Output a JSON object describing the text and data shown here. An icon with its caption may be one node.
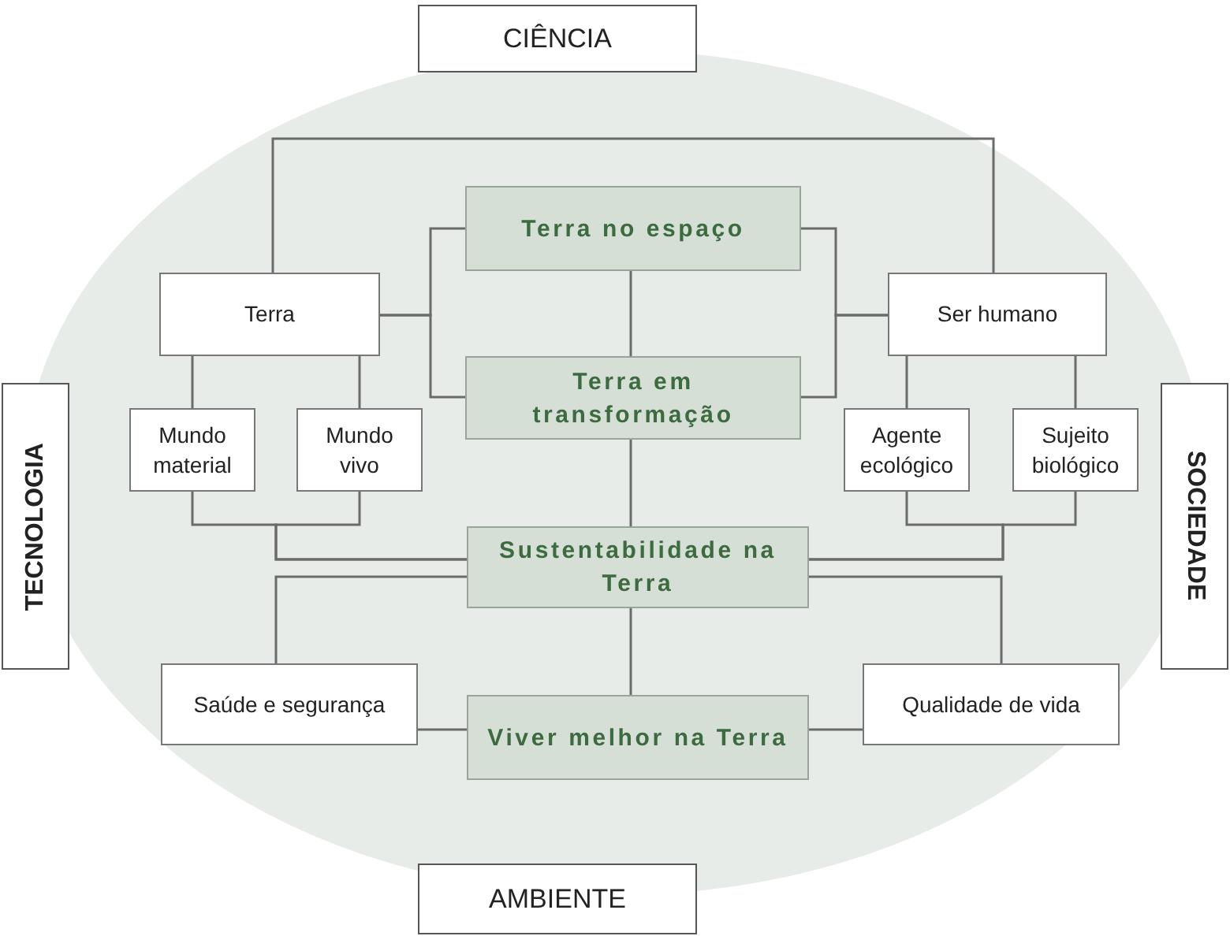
{
  "diagram": {
    "nodes": [
      {
        "text": [
          "CIÊNCIA"
        ]
      },
      {
        "text": [
          "TECNOLOGIA"
        ]
      },
      {
        "text": [
          "SOCIEDADE"
        ]
      },
      {
        "text": [
          "AMBIENTE"
        ]
      },
      {
        "text": [
          "Terra no espaço"
        ]
      },
      {
        "text": [
          "Terra em transformação"
        ]
      },
      {
        "text": [
          "Sustentabilidade na Terra"
        ]
      },
      {
        "text": [
          "Viver melhor na Terra"
        ]
      },
      {
        "text": [
          "Terra"
        ]
      },
      {
        "text": [
          "Mundo material"
        ]
      },
      {
        "text": [
          "Mundo vivo"
        ]
      },
      {
        "text": [
          "Ser humano"
        ]
      },
      {
        "text": [
          "Agente ecológico"
        ]
      },
      {
        "text": [
          "Sujeito biológico"
        ]
      },
      {
        "text": [
          "Saúde e segurança"
        ]
      },
      {
        "text": [
          "Qualidade de vida"
        ]
      }
    ],
    "edges": [
      {
        "from": 8,
        "to": 11,
        "arrow": "none"
      },
      {
        "from": 8,
        "to": 4,
        "arrow": "none"
      },
      {
        "from": 8,
        "to": 5,
        "arrow": "none"
      },
      {
        "from": 11,
        "to": 4,
        "arrow": "none"
      },
      {
        "from": 11,
        "to": 5,
        "arrow": "none"
      },
      {
        "from": 4,
        "to": 5,
        "arrow": "none"
      },
      {
        "from": 5,
        "to": 6,
        "arrow": "none"
      },
      {
        "from": 8,
        "to": 9,
        "arrow": "none"
      },
      {
        "from": 8,
        "to": 10,
        "arrow": "none"
      },
      {
        "from": 9,
        "to": 6,
        "arrow": "none"
      },
      {
        "from": 10,
        "to": 6,
        "arrow": "none"
      },
      {
        "from": 11,
        "to": 12,
        "arrow": "none"
      },
      {
        "from": 11,
        "to": 13,
        "arrow": "none"
      },
      {
        "from": 12,
        "to": 6,
        "arrow": "none"
      },
      {
        "from": 13,
        "to": 6,
        "arrow": "none"
      },
      {
        "from": 6,
        "to": 14,
        "arrow": "none"
      },
      {
        "from": 6,
        "to": 15,
        "arrow": "none"
      },
      {
        "from": 6,
        "to": 7,
        "arrow": "none"
      },
      {
        "from": 14,
        "to": 7,
        "arrow": "none"
      },
      {
        "from": 7,
        "to": 15,
        "arrow": "none"
      }
    ]
  }
}
